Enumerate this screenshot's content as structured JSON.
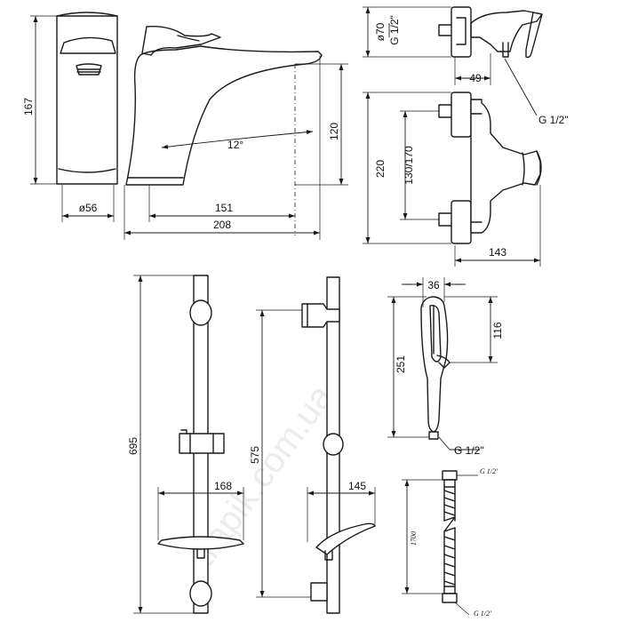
{
  "watermark": "trapik.com.ua",
  "basin_mixer": {
    "height": "167",
    "base_diameter": "ø56",
    "spout_angle": "12°",
    "spout_height": "120",
    "spout_reach": "151",
    "total_depth": "208"
  },
  "wall_mixer": {
    "flange_diameter": "ø70",
    "inlet_top": "G 1/2\"",
    "offset": "49",
    "outlet": "G 1/2\"",
    "height": "220",
    "inlet_spacing": "130/170",
    "depth": "143"
  },
  "slide_rail": {
    "rail_length": "695",
    "soap_dish_width": "168",
    "holder_height": "575",
    "holder_depth": "145"
  },
  "hand_shower": {
    "head_width": "36",
    "head_length": "116",
    "total_length": "251",
    "connection": "G 1/2\""
  },
  "hose": {
    "end_top": "G 1/2'",
    "length": "1700",
    "end_bottom": "G 1/2'"
  }
}
